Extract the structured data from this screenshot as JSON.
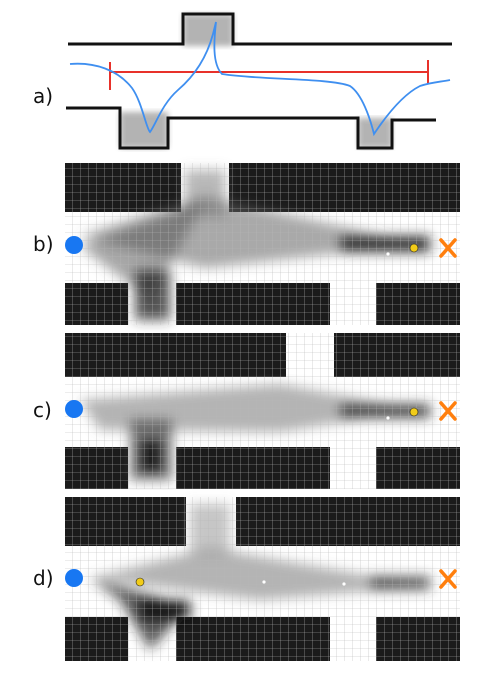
{
  "panels": [
    {
      "label": "a)"
    },
    {
      "label": "b)"
    },
    {
      "label": "c)"
    },
    {
      "label": "d)"
    }
  ],
  "colors": {
    "wall": "#1b1b1b",
    "free": "#ffffff",
    "grid": "#b8b8b8",
    "start": "#1877f2",
    "goal": "#ff7f0e",
    "agent": "#f2cc18",
    "path_line": "#3f8ff0",
    "baseline": "#e8312a"
  },
  "markers": {
    "start_icon": "filled-circle",
    "goal_icon": "x-mark",
    "agent_icon": "small-yellow-dot"
  }
}
